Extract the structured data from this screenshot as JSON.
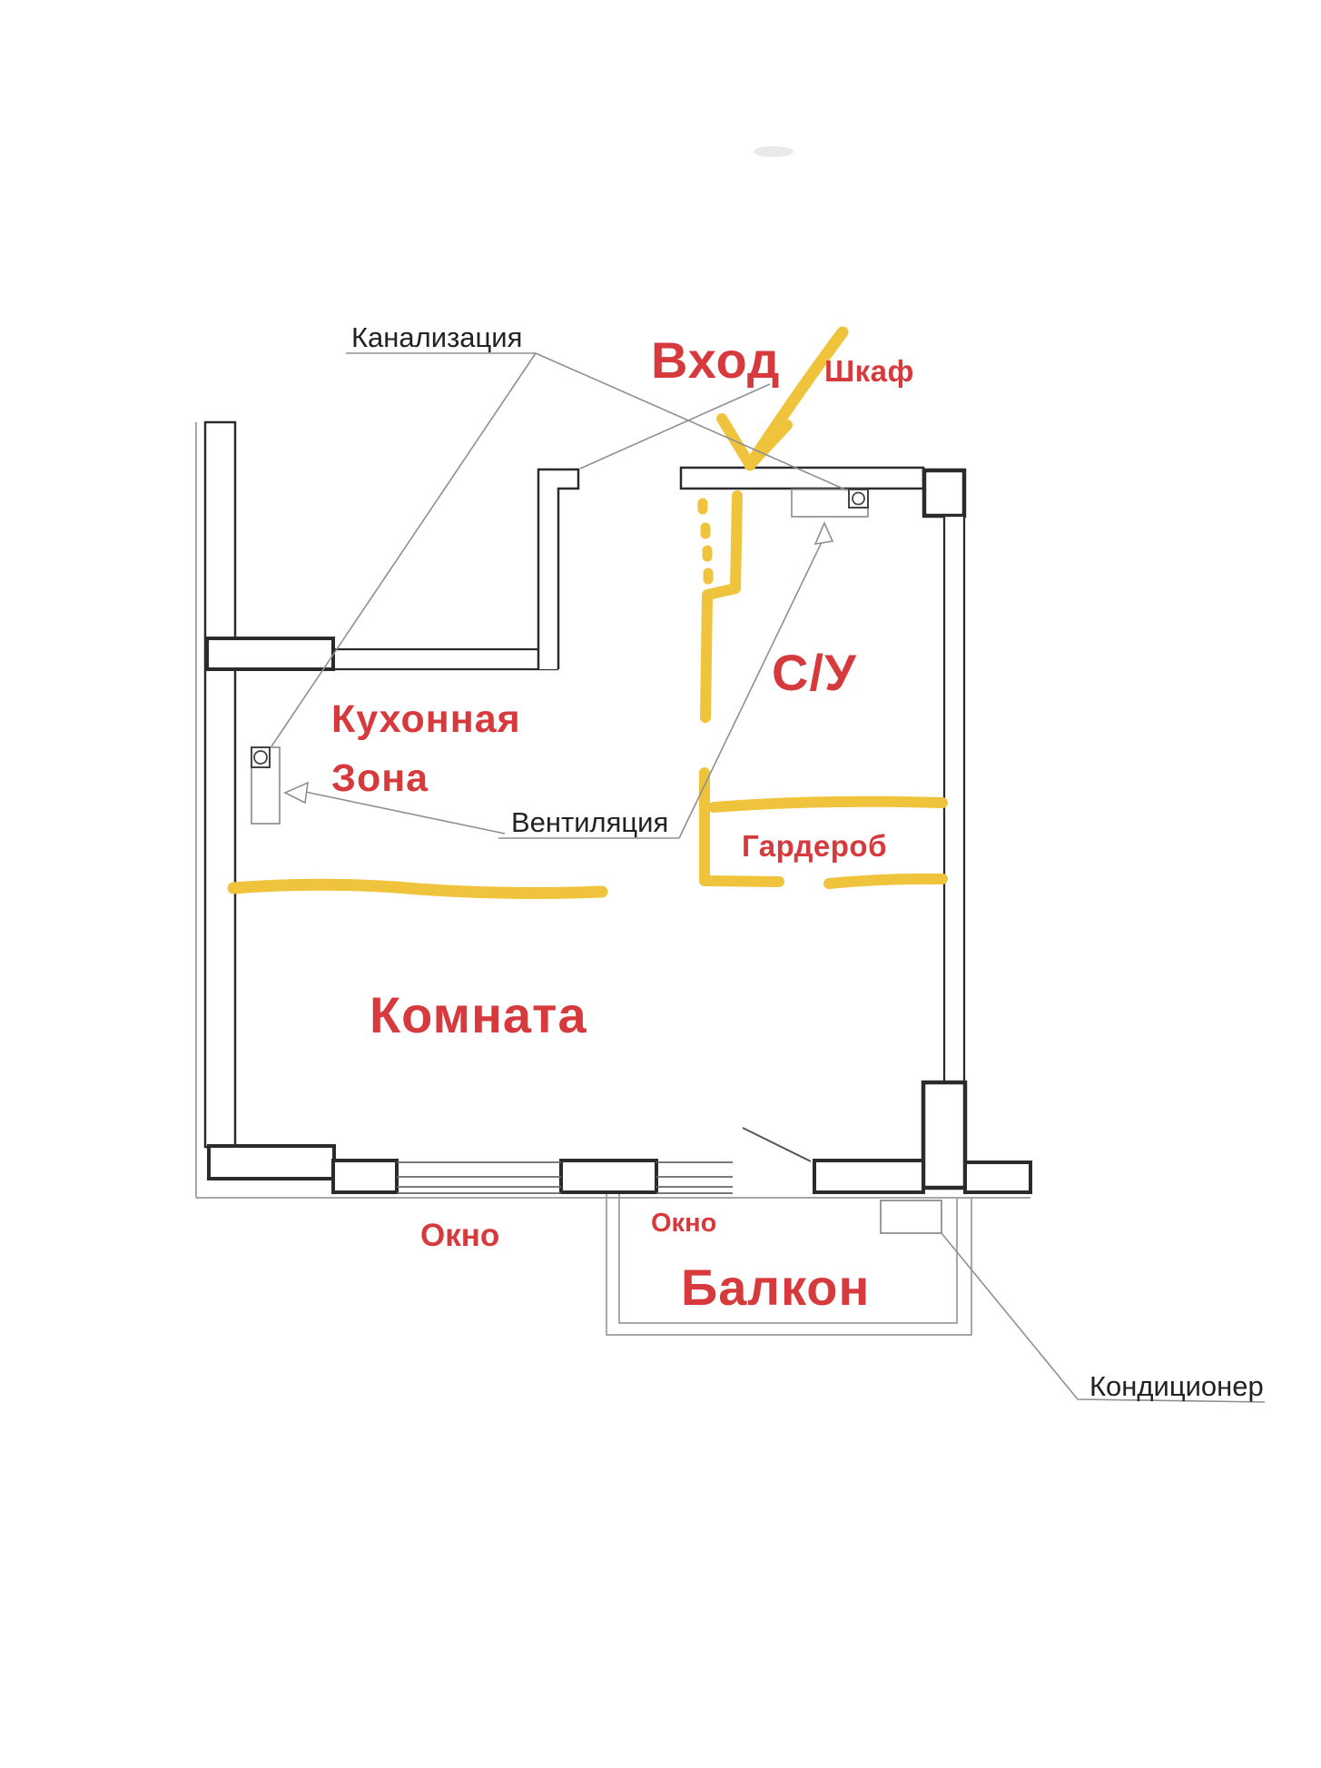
{
  "document": {
    "type": "apartment-floor-plan-sketch",
    "background": "#ffffff"
  },
  "colors": {
    "red": "#d63a3c",
    "yellow": "#efc33c",
    "ink": "#222222",
    "leader": "#8f8f8f",
    "wall": "#2b2b2b",
    "thin": "#999999",
    "duct": "#8a8a8a",
    "fixture": "#444444"
  },
  "labels": {
    "sewerage": "Канализация",
    "entrance": "Вход",
    "closet_arrow": "Шкаф",
    "bathroom": "С/У",
    "kitchen_line1": "Кухонная",
    "kitchen_line2": "Зона",
    "ventilation": "Вентиляция",
    "wardrobe": "Гардероб",
    "room": "Комната",
    "window_left": "Окно",
    "window_right": "Окно",
    "balcony": "Балкон",
    "air_conditioner": "Кондиционер"
  }
}
